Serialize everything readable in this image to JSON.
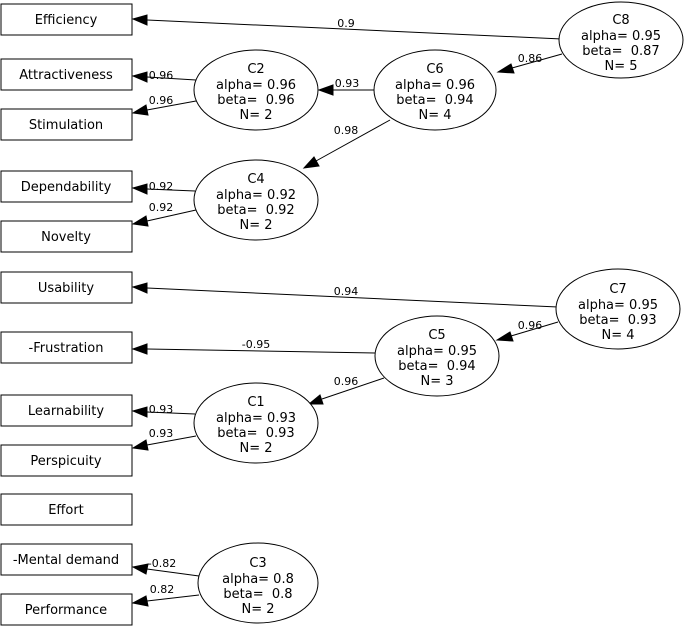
{
  "items": {
    "efficiency": "Efficiency",
    "attractiveness": "Attractiveness",
    "stimulation": "Stimulation",
    "dependability": "Dependability",
    "novelty": "Novelty",
    "usability": "Usability",
    "frustration": "-Frustration",
    "learnability": "Learnability",
    "perspicuity": "Perspicuity",
    "effort": "Effort",
    "mental_demand": "-Mental demand",
    "performance": "Performance"
  },
  "clusters": {
    "c8": {
      "name": "C8",
      "alpha": "alpha= 0.95",
      "beta": "beta=  0.87",
      "n": "N= 5"
    },
    "c2": {
      "name": "C2",
      "alpha": "alpha= 0.96",
      "beta": "beta=  0.96",
      "n": "N= 2"
    },
    "c6": {
      "name": "C6",
      "alpha": "alpha= 0.96",
      "beta": "beta=  0.94",
      "n": "N= 4"
    },
    "c4": {
      "name": "C4",
      "alpha": "alpha= 0.92",
      "beta": "beta=  0.92",
      "n": "N= 2"
    },
    "c7": {
      "name": "C7",
      "alpha": "alpha= 0.95",
      "beta": "beta=  0.93",
      "n": "N= 4"
    },
    "c5": {
      "name": "C5",
      "alpha": "alpha= 0.95",
      "beta": "beta=  0.94",
      "n": "N= 3"
    },
    "c1": {
      "name": "C1",
      "alpha": "alpha= 0.93",
      "beta": "beta=  0.93",
      "n": "N= 2"
    },
    "c3": {
      "name": "C3",
      "alpha": "alpha= 0.8",
      "beta": "beta=  0.8",
      "n": "N= 2"
    }
  },
  "edges": {
    "c8_efficiency": "0.9",
    "c8_c6": "0.86",
    "c6_c2": "0.93",
    "c6_c4": "0.98",
    "c2_attractiveness": "0.96",
    "c2_stimulation": "0.96",
    "c4_dependability": "0.92",
    "c4_novelty": "0.92",
    "c7_usability": "0.94",
    "c7_c5": "0.96",
    "c5_frustration": "-0.95",
    "c5_c1": "0.96",
    "c1_learnability": "0.93",
    "c1_perspicuity": "0.93",
    "c3_mental_demand": "-0.82",
    "c3_performance": "0.82"
  }
}
